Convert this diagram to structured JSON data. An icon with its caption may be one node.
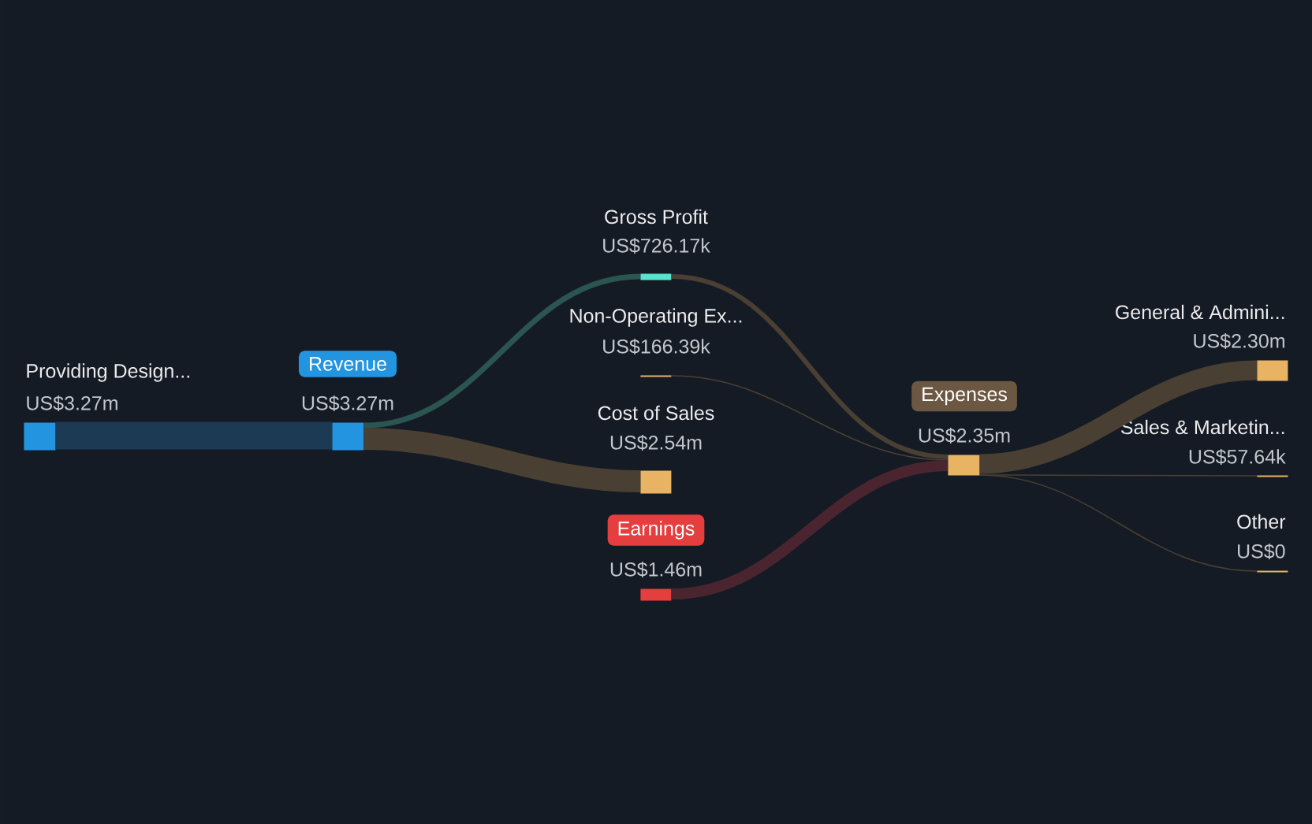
{
  "diagram": {
    "nodes": [
      {
        "text": [
          "Providing Design...",
          "US$3.27m"
        ]
      },
      {
        "text": [
          "Revenue",
          "US$3.27m"
        ]
      },
      {
        "text": [
          "Gross Profit",
          "US$726.17k"
        ]
      },
      {
        "text": [
          "Non-Operating Ex...",
          "US$166.39k"
        ]
      },
      {
        "text": [
          "Cost of Sales",
          "US$2.54m"
        ]
      },
      {
        "text": [
          "Earnings",
          "US$1.46m"
        ]
      },
      {
        "text": [
          "Expenses",
          "US$2.35m"
        ]
      },
      {
        "text": [
          "General & Admini...",
          "US$2.30m"
        ]
      },
      {
        "text": [
          "Sales & Marketin...",
          "US$57.64k"
        ]
      },
      {
        "text": [
          "Other",
          "US$0"
        ]
      }
    ],
    "edges": [
      {
        "from": 0,
        "to": 1,
        "arrow": "none",
        "style": "thick",
        "color": "#1c3a54"
      },
      {
        "from": 1,
        "to": 2,
        "arrow": "none",
        "color": "#2b5550"
      },
      {
        "from": 1,
        "to": 4,
        "arrow": "none",
        "style": "thick"
      },
      {
        "from": 2,
        "to": 6,
        "arrow": "none"
      },
      {
        "from": 3,
        "to": 6,
        "arrow": "none"
      },
      {
        "from": 5,
        "to": 6,
        "arrow": "none",
        "style": "thick",
        "color": "#4a2530"
      },
      {
        "from": 6,
        "to": 7,
        "arrow": "none",
        "style": "thick"
      },
      {
        "from": 6,
        "to": 8,
        "arrow": "none"
      },
      {
        "from": 6,
        "to": 9,
        "arrow": "none"
      }
    ]
  }
}
